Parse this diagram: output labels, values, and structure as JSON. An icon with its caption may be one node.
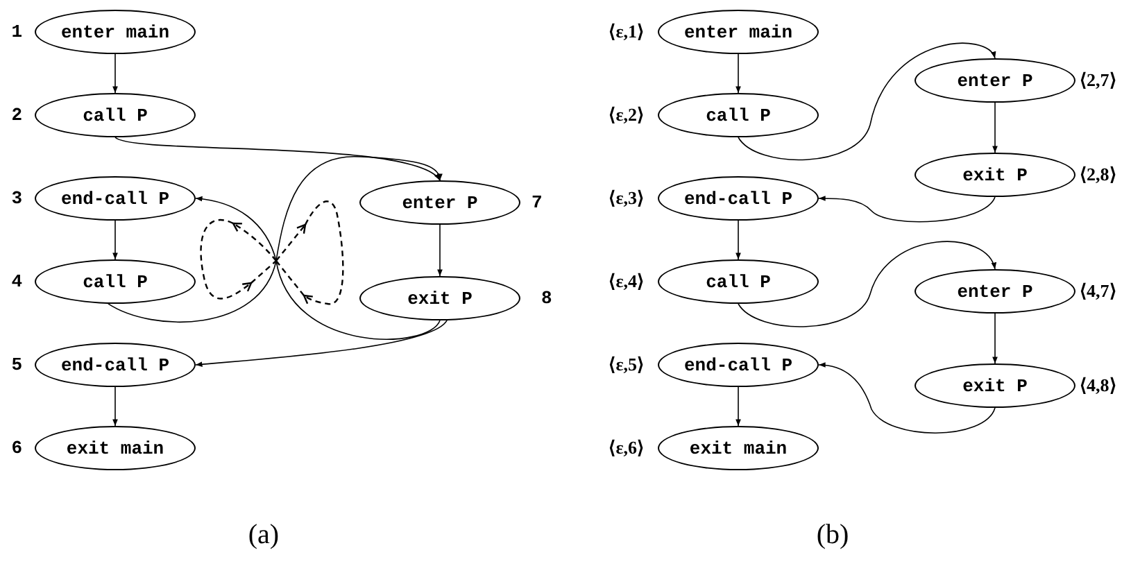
{
  "diagram": {
    "nodes": [
      {
        "text": [
          "enter main"
        ],
        "beside": [
          "1"
        ]
      },
      {
        "text": [
          "call P"
        ],
        "beside": [
          "2"
        ]
      },
      {
        "text": [
          "end-call P"
        ],
        "beside": [
          "3"
        ]
      },
      {
        "text": [
          "call P"
        ],
        "beside": [
          "4"
        ]
      },
      {
        "text": [
          "end-call P"
        ],
        "beside": [
          "5"
        ]
      },
      {
        "text": [
          "exit main"
        ],
        "beside": [
          "6"
        ]
      },
      {
        "text": [
          "enter P"
        ],
        "beside": [
          "7"
        ]
      },
      {
        "text": [
          "exit P"
        ],
        "beside": [
          "8"
        ]
      },
      {
        "text": [
          "enter main"
        ],
        "beside": [
          "⟨ε,1⟩"
        ]
      },
      {
        "text": [
          "call P"
        ],
        "beside": [
          "⟨ε,2⟩"
        ]
      },
      {
        "text": [
          "enter P"
        ],
        "beside": [
          "⟨2,7⟩"
        ]
      },
      {
        "text": [
          "exit P"
        ],
        "beside": [
          "⟨2,8⟩"
        ]
      },
      {
        "text": [
          "end-call P"
        ],
        "beside": [
          "⟨ε,3⟩"
        ]
      },
      {
        "text": [
          "call P"
        ],
        "beside": [
          "⟨ε,4⟩"
        ]
      },
      {
        "text": [
          "enter P"
        ],
        "beside": [
          "⟨4,7⟩"
        ]
      },
      {
        "text": [
          "exit P"
        ],
        "beside": [
          "⟨4,8⟩"
        ]
      },
      {
        "text": [
          "end-call P"
        ],
        "beside": [
          "⟨ε,5⟩"
        ]
      },
      {
        "text": [
          "exit main"
        ],
        "beside": [
          "⟨ε,6⟩"
        ]
      }
    ],
    "edges": [
      {
        "from": 0,
        "to": 1,
        "arrow": "to"
      },
      {
        "from": 1,
        "to": 6,
        "arrow": "to"
      },
      {
        "from": 2,
        "to": 3,
        "arrow": "to"
      },
      {
        "from": 3,
        "to": 6,
        "arrow": "to"
      },
      {
        "from": 6,
        "to": 7,
        "arrow": "to"
      },
      {
        "from": 7,
        "to": 2,
        "arrow": "to"
      },
      {
        "from": 7,
        "to": 4,
        "arrow": "to"
      },
      {
        "from": 4,
        "to": 5,
        "arrow": "to"
      },
      {
        "from": 8,
        "to": 9,
        "arrow": "to"
      },
      {
        "from": 9,
        "to": 10,
        "arrow": "to"
      },
      {
        "from": 10,
        "to": 11,
        "arrow": "to"
      },
      {
        "from": 11,
        "to": 12,
        "arrow": "to"
      },
      {
        "from": 12,
        "to": 13,
        "arrow": "to"
      },
      {
        "from": 13,
        "to": 14,
        "arrow": "to"
      },
      {
        "from": 14,
        "to": 15,
        "arrow": "to"
      },
      {
        "from": 15,
        "to": 16,
        "arrow": "to"
      },
      {
        "from": 16,
        "to": 17,
        "arrow": "to"
      }
    ],
    "labels": [
      "(a)",
      "(b)"
    ]
  }
}
